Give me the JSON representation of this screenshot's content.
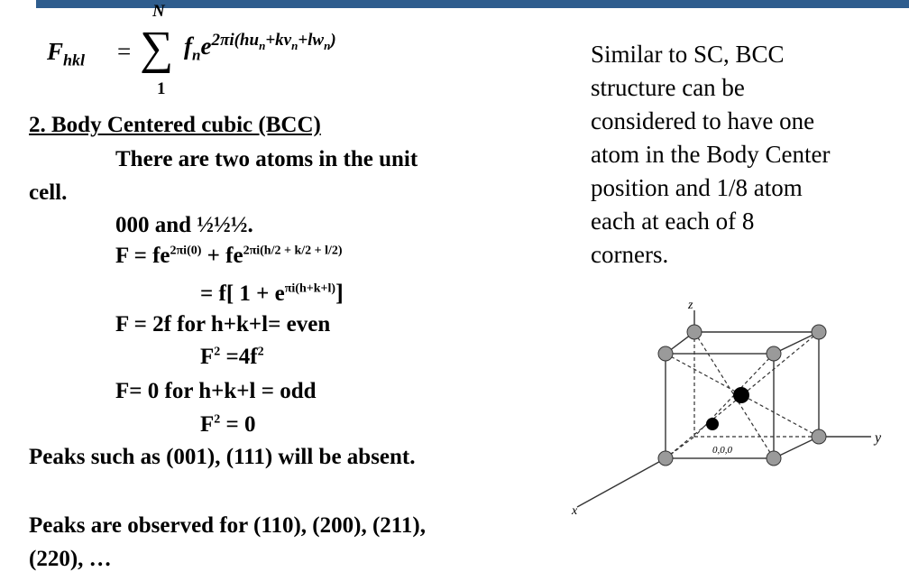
{
  "equation": {
    "lhs": "F",
    "lhs_sub": "hkl",
    "equals": "=",
    "sum_upper": "N",
    "sum_lower": "1",
    "f": "f",
    "f_sub": "n",
    "e": "e",
    "exp_text": "2πi(hu",
    "exp_sub1": "n",
    "exp_mid1": "+kv",
    "exp_sub2": "n",
    "exp_mid2": "+lw",
    "exp_sub3": "n",
    "exp_end": ")"
  },
  "left": {
    "heading": "2. Body Centered cubic (BCC)",
    "line1": "There are two atoms in the unit",
    "line2": "cell.",
    "line3": "000 and ½½½.",
    "line4_a": "F = fe",
    "line4_sup1": "2πi(0)",
    "line4_b": " + fe",
    "line4_sup2": "2πi(h/2 + k/2 + l/2)",
    "line5_a": "= f[ 1 + e",
    "line5_sup": "πi(h+k+l)",
    "line5_b": "]",
    "line6": "F = 2f for h+k+l= even",
    "line7_a": "F",
    "line7_sup1": "2",
    "line7_b": " =4f",
    "line7_sup2": "2",
    "line8": "F= 0 for h+k+l = odd",
    "line9_a": "F",
    "line9_sup": "2",
    "line9_b": " = 0",
    "line10": "Peaks such as (001), (111) will be absent.",
    "line11": "Peaks are observed for (110), (200), (211),",
    "line12": "(220), …"
  },
  "side": {
    "lines": [
      "Similar to SC, BCC",
      "structure can be",
      "considered to have one",
      "atom in the Body Center",
      "position and 1/8 atom",
      "each at each of 8",
      "corners."
    ]
  },
  "figure": {
    "origin_label": "0,0,0",
    "z_label": "z",
    "y_label": "y",
    "x_label": "x",
    "corner_atom_color": "#9a9a9a",
    "center_atom_color": "#000000"
  },
  "colors": {
    "topbar": "#2f5d8e"
  }
}
